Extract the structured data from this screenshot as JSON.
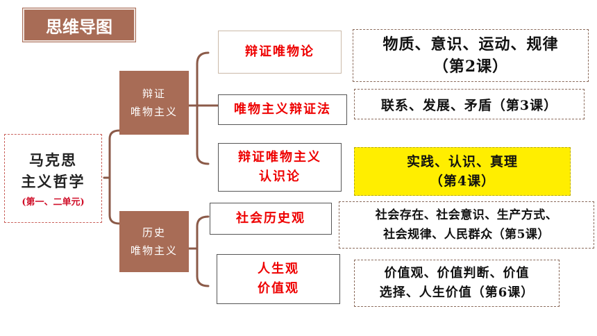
{
  "title": "思维导图",
  "root": {
    "line1": "马克思",
    "line2": "主义哲学",
    "sub": "(第一、二单元)"
  },
  "branches": [
    {
      "line1": "辩证",
      "line2": "唯物主义",
      "leaves": [
        {
          "line1": "辩证唯物论",
          "line2": "",
          "detail1": "物质、意识、运动、规律",
          "detail2": "（第2课）"
        },
        {
          "line1": "唯物主义辩证法",
          "line2": "",
          "detail1": "联系、发展、矛盾（第3课）",
          "detail2": ""
        },
        {
          "line1": "辩证唯物主义",
          "line2": "认识论",
          "detail1": "实践、认识、真理",
          "detail2": "（第4课）"
        }
      ]
    },
    {
      "line1": "历史",
      "line2": "唯物主义",
      "leaves": [
        {
          "line1": "社会历史观",
          "line2": "",
          "detail1": "社会存在、社会意识、生产方式、",
          "detail2": "社会规律、人民群众（第5课）"
        },
        {
          "line1": "人生观",
          "line2": "价值观",
          "detail1": "价值观、价值判断、价值",
          "detail2": "选择、人生价值（第6课）"
        }
      ]
    }
  ],
  "colors": {
    "brown": "#a86c56",
    "red": "#e00000",
    "highlight": "#ffee00",
    "connector": "#8b5a48"
  }
}
